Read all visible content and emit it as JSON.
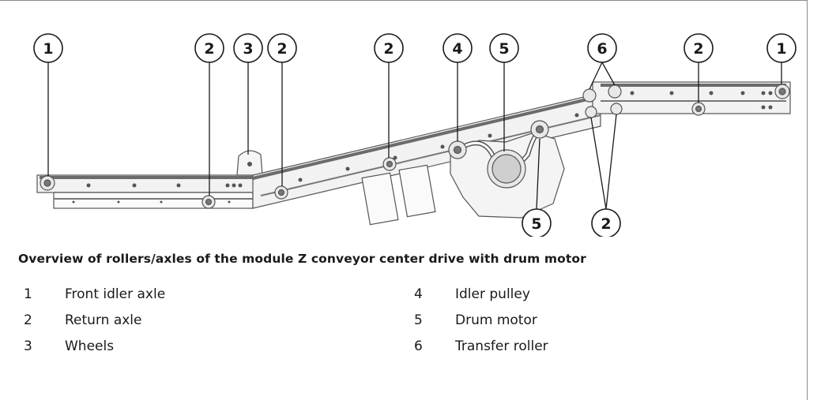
{
  "caption": "Overview of rollers/axles of the module Z conveyor center drive with drum motor",
  "legend": [
    {
      "num": "1",
      "label": "Front idler axle"
    },
    {
      "num": "2",
      "label": "Return axle"
    },
    {
      "num": "3",
      "label": "Wheels"
    },
    {
      "num": "4",
      "label": "Idler pulley"
    },
    {
      "num": "5",
      "label": "Drum motor"
    },
    {
      "num": "6",
      "label": "Transfer roller"
    }
  ],
  "callouts": {
    "c1a": "1",
    "c2a": "2",
    "c3": "3",
    "c2b": "2",
    "c2c": "2",
    "c4": "4",
    "c5a": "5",
    "c6": "6",
    "c2d": "2",
    "c1b": "1",
    "c5b": "5",
    "c2e": "2"
  },
  "colors": {
    "frame": "#8a8a8a",
    "line": "#555555",
    "belt": "#6b6b6b",
    "text": "#1a1a1a"
  }
}
